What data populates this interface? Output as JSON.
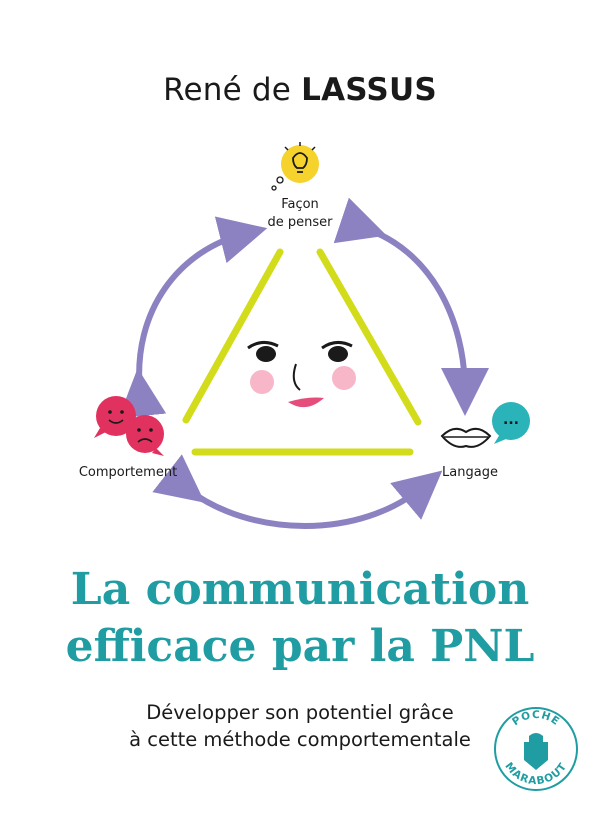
{
  "cover": {
    "author_first": "René de ",
    "author_last": "LASSUS",
    "title_line1": "La communication",
    "title_line2": "efficace par la PNL",
    "subtitle_line1": "Développer son potentiel grâce",
    "subtitle_line2": "à cette méthode comportementale"
  },
  "diagram": {
    "top_label_line1": "Façon",
    "top_label_line2": "de penser",
    "left_label": "Comportement",
    "right_label": "Langage",
    "speech_dots": "..."
  },
  "publisher": {
    "top_text": "POCHE",
    "bottom_text": "MARABOUT"
  },
  "colors": {
    "title": "#1f9da2",
    "triangle": "#d2dc1a",
    "arrows": "#8c82c2",
    "bulb": "#f5d22c",
    "face_bubble": "#e0315f",
    "speech_bubble": "#2ab3b8",
    "cheeks": "#f7b7c8",
    "mouth": "#e54d7c"
  },
  "icons": [
    "lightbulb-thought-icon",
    "sad-happy-faces-icon",
    "lips-icon",
    "speech-bubble-icon",
    "book-icon"
  ]
}
